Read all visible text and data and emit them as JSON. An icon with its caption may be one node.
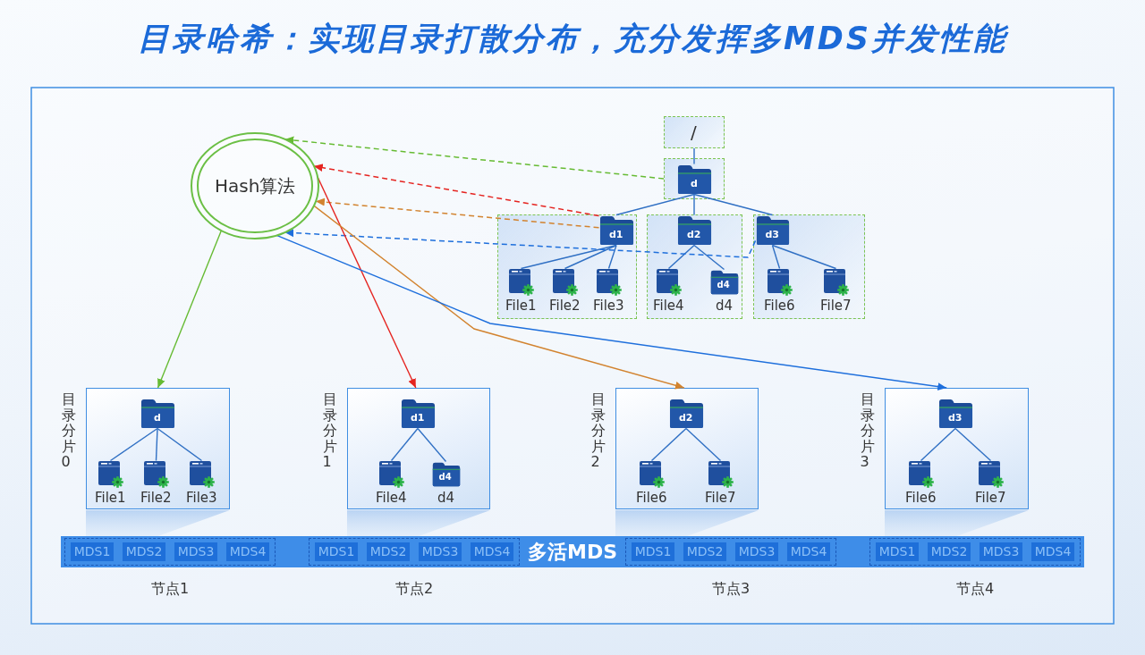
{
  "diagram": {
    "title": "目录哈希：实现目录打散分布，充分发挥多MDS并发性能",
    "nodes": [
      {
        "text": [
          "Hash算法"
        ]
      },
      {
        "text": [
          "/"
        ]
      },
      {
        "text": [],
        "shape": "box"
      },
      {
        "text": [
          "d"
        ],
        "in": 2
      },
      {
        "text": [],
        "shape": "box"
      },
      {
        "text": [
          "d1"
        ],
        "in": 4
      },
      {
        "text": [
          "File1"
        ],
        "in": 4
      },
      {
        "text": [
          "File2"
        ],
        "in": 4
      },
      {
        "text": [
          "File3"
        ],
        "in": 4
      },
      {
        "text": [],
        "shape": "box"
      },
      {
        "text": [
          "d2"
        ],
        "in": 9
      },
      {
        "text": [
          "File4"
        ],
        "in": 9
      },
      {
        "text": [
          "d4",
          "d4"
        ],
        "in": 9
      },
      {
        "text": [],
        "shape": "box"
      },
      {
        "text": [
          "d3"
        ],
        "in": 13
      },
      {
        "text": [
          "File6"
        ],
        "in": 13
      },
      {
        "text": [
          "File7"
        ],
        "in": 13
      },
      {
        "text": [],
        "shape": "box",
        "beside": [
          "目录分片0"
        ]
      },
      {
        "text": [
          "d"
        ],
        "in": 17
      },
      {
        "text": [
          "File1"
        ],
        "in": 17
      },
      {
        "text": [
          "File2"
        ],
        "in": 17
      },
      {
        "text": [
          "File3"
        ],
        "in": 17
      },
      {
        "text": [],
        "shape": "box",
        "beside": [
          "目录分片1"
        ]
      },
      {
        "text": [
          "d1"
        ],
        "in": 22
      },
      {
        "text": [
          "File4"
        ],
        "in": 22
      },
      {
        "text": [
          "d4",
          "d4"
        ],
        "in": 22
      },
      {
        "text": [],
        "shape": "box",
        "beside": [
          "目录分片2"
        ]
      },
      {
        "text": [
          "d2"
        ],
        "in": 26
      },
      {
        "text": [
          "File6"
        ],
        "in": 26
      },
      {
        "text": [
          "File7"
        ],
        "in": 26
      },
      {
        "text": [],
        "shape": "box",
        "beside": [
          "目录分片3"
        ]
      },
      {
        "text": [
          "d3"
        ],
        "in": 30
      },
      {
        "text": [
          "File6"
        ],
        "in": 30
      },
      {
        "text": [
          "File7"
        ],
        "in": 30
      },
      {
        "text": [
          "多活MDS"
        ]
      },
      {
        "text": [
          "节点1"
        ],
        "in": 34
      },
      {
        "text": [
          "MDS1"
        ],
        "in": 35
      },
      {
        "text": [
          "MDS2"
        ],
        "in": 35
      },
      {
        "text": [
          "MDS3"
        ],
        "in": 35
      },
      {
        "text": [
          "MDS4"
        ],
        "in": 35
      },
      {
        "text": [
          "节点2"
        ],
        "in": 34
      },
      {
        "text": [
          "MDS1"
        ],
        "in": 40
      },
      {
        "text": [
          "MDS2"
        ],
        "in": 40
      },
      {
        "text": [
          "MDS3"
        ],
        "in": 40
      },
      {
        "text": [
          "MDS4"
        ],
        "in": 40
      },
      {
        "text": [
          "节点3"
        ],
        "in": 34
      },
      {
        "text": [
          "MDS1"
        ],
        "in": 45
      },
      {
        "text": [
          "MDS2"
        ],
        "in": 45
      },
      {
        "text": [
          "MDS3"
        ],
        "in": 45
      },
      {
        "text": [
          "MDS4"
        ],
        "in": 45
      },
      {
        "text": [
          "节点4"
        ],
        "in": 34
      },
      {
        "text": [
          "MDS1"
        ],
        "in": 50
      },
      {
        "text": [
          "MDS2"
        ],
        "in": 50
      },
      {
        "text": [
          "MDS3"
        ],
        "in": 50
      },
      {
        "text": [
          "MDS4"
        ],
        "in": 50
      },
      {
        "text": [],
        "shape": "trapezoid"
      },
      {
        "text": [],
        "shape": "trapezoid"
      },
      {
        "text": [],
        "shape": "trapezoid"
      },
      {
        "text": [],
        "shape": "trapezoid"
      }
    ],
    "edges": [
      {
        "from": 1,
        "to": 3,
        "arrow": "none"
      },
      {
        "from": 3,
        "to": 5,
        "arrow": "none"
      },
      {
        "from": 3,
        "to": 10,
        "arrow": "none"
      },
      {
        "from": 3,
        "to": 14,
        "arrow": "none"
      },
      {
        "from": 5,
        "to": 6,
        "arrow": "none"
      },
      {
        "from": 5,
        "to": 7,
        "arrow": "none"
      },
      {
        "from": 5,
        "to": 8,
        "arrow": "none"
      },
      {
        "from": 10,
        "to": 11,
        "arrow": "none"
      },
      {
        "from": 10,
        "to": 12,
        "arrow": "none"
      },
      {
        "from": 14,
        "to": 15,
        "arrow": "none"
      },
      {
        "from": 14,
        "to": 16,
        "arrow": "none"
      },
      {
        "from": 2,
        "to": 0,
        "arrow": "to",
        "style": "dashed",
        "color": "#66bb33"
      },
      {
        "from": 5,
        "to": 0,
        "arrow": "to",
        "style": "dashed",
        "color": "#e52420"
      },
      {
        "from": 5,
        "to": 0,
        "arrow": "to",
        "style": "dashed",
        "color": "#d2832f"
      },
      {
        "from": 14,
        "to": 0,
        "arrow": "to",
        "style": "dashed",
        "color": "#1e6fdc"
      },
      {
        "from": 0,
        "to": 17,
        "arrow": "to",
        "color": "#66bb33"
      },
      {
        "from": 0,
        "to": 22,
        "arrow": "to",
        "color": "#e52420"
      },
      {
        "from": 0,
        "to": 26,
        "arrow": "to",
        "color": "#d2832f"
      },
      {
        "from": 0,
        "to": 30,
        "arrow": "to",
        "color": "#1e6fdc"
      },
      {
        "from": 18,
        "to": 19,
        "arrow": "none"
      },
      {
        "from": 18,
        "to": 20,
        "arrow": "none"
      },
      {
        "from": 18,
        "to": 21,
        "arrow": "none"
      },
      {
        "from": 23,
        "to": 24,
        "arrow": "none"
      },
      {
        "from": 23,
        "to": 25,
        "arrow": "none"
      },
      {
        "from": 27,
        "to": 28,
        "arrow": "none"
      },
      {
        "from": 27,
        "to": 29,
        "arrow": "none"
      },
      {
        "from": 31,
        "to": 32,
        "arrow": "none"
      },
      {
        "from": 31,
        "to": 33,
        "arrow": "none"
      }
    ]
  }
}
